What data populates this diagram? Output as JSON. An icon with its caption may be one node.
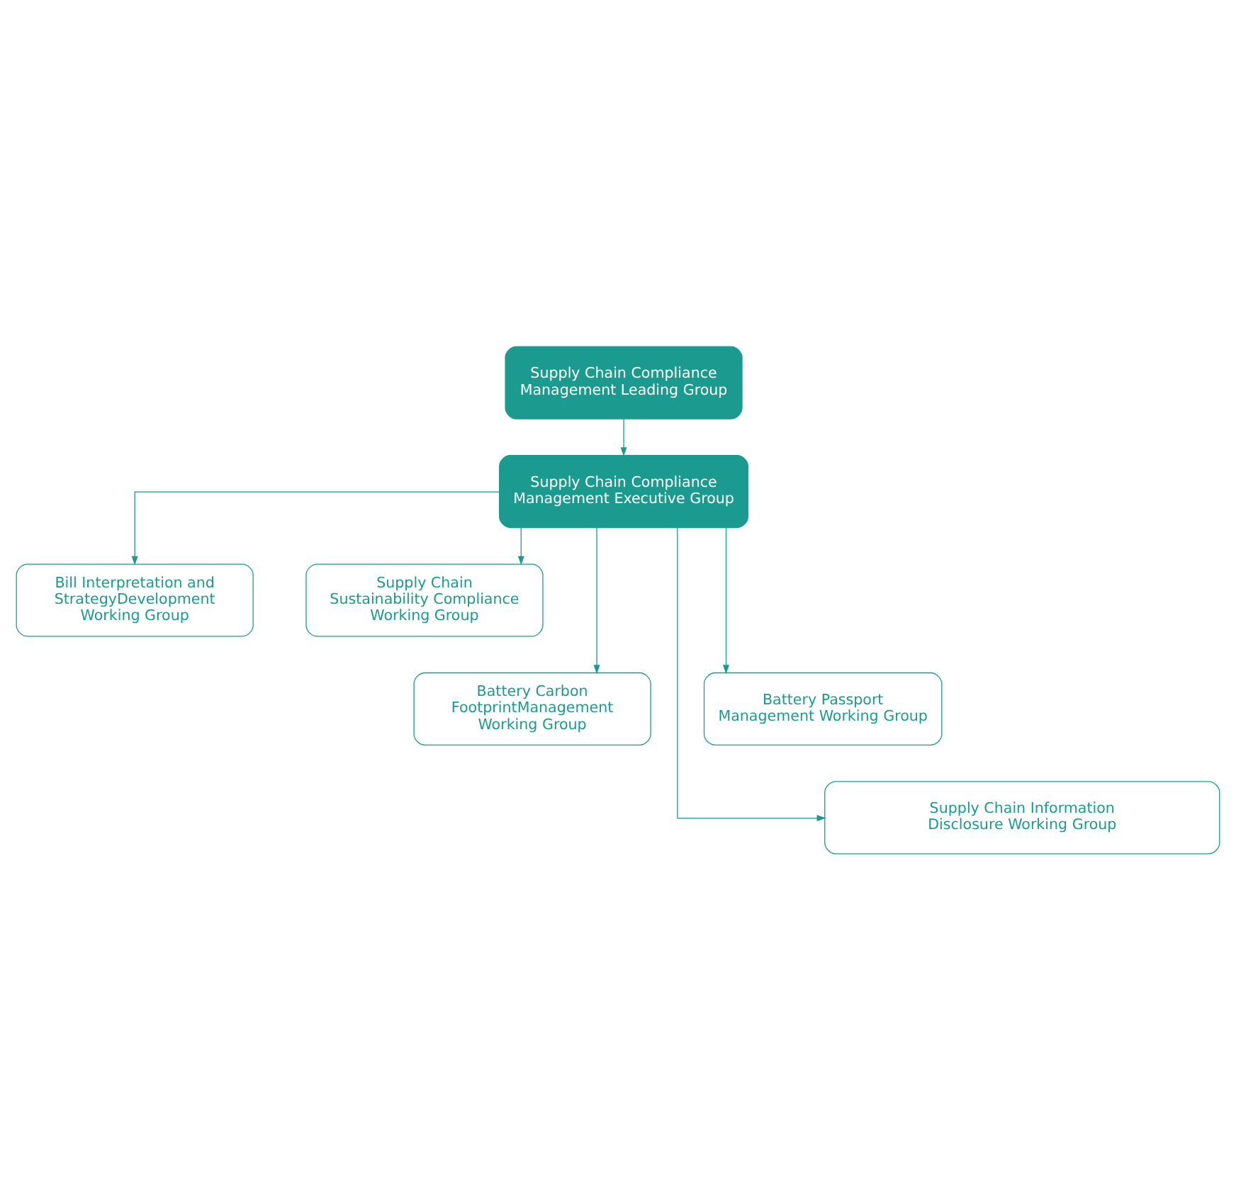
{
  "diagram": {
    "nodes": [
      {
        "text": [
          "Supply Chain Compliance Management Leading Group"
        ]
      },
      {
        "text": [
          "Supply Chain Compliance Management Executive Group"
        ]
      },
      {
        "text": [
          "Bill Interpretation and StrategyDevelopment Working Group"
        ]
      },
      {
        "text": [
          "Supply Chain Sustainability Compliance Working Group"
        ]
      },
      {
        "text": [
          "Battery Carbon FootprintManagement Working Group"
        ]
      },
      {
        "text": [
          "Battery Passport Management Working Group"
        ]
      },
      {
        "text": [
          "Supply Chain Information Disclosure Working Group"
        ]
      }
    ],
    "edges": [
      {
        "from": 0,
        "to": 1,
        "arrow": "to"
      },
      {
        "from": 1,
        "to": 2,
        "arrow": "to"
      },
      {
        "from": 1,
        "to": 3,
        "arrow": "to"
      },
      {
        "from": 1,
        "to": 4,
        "arrow": "to"
      },
      {
        "from": 1,
        "to": 5,
        "arrow": "to"
      },
      {
        "from": 1,
        "to": 6,
        "arrow": "to"
      }
    ]
  }
}
